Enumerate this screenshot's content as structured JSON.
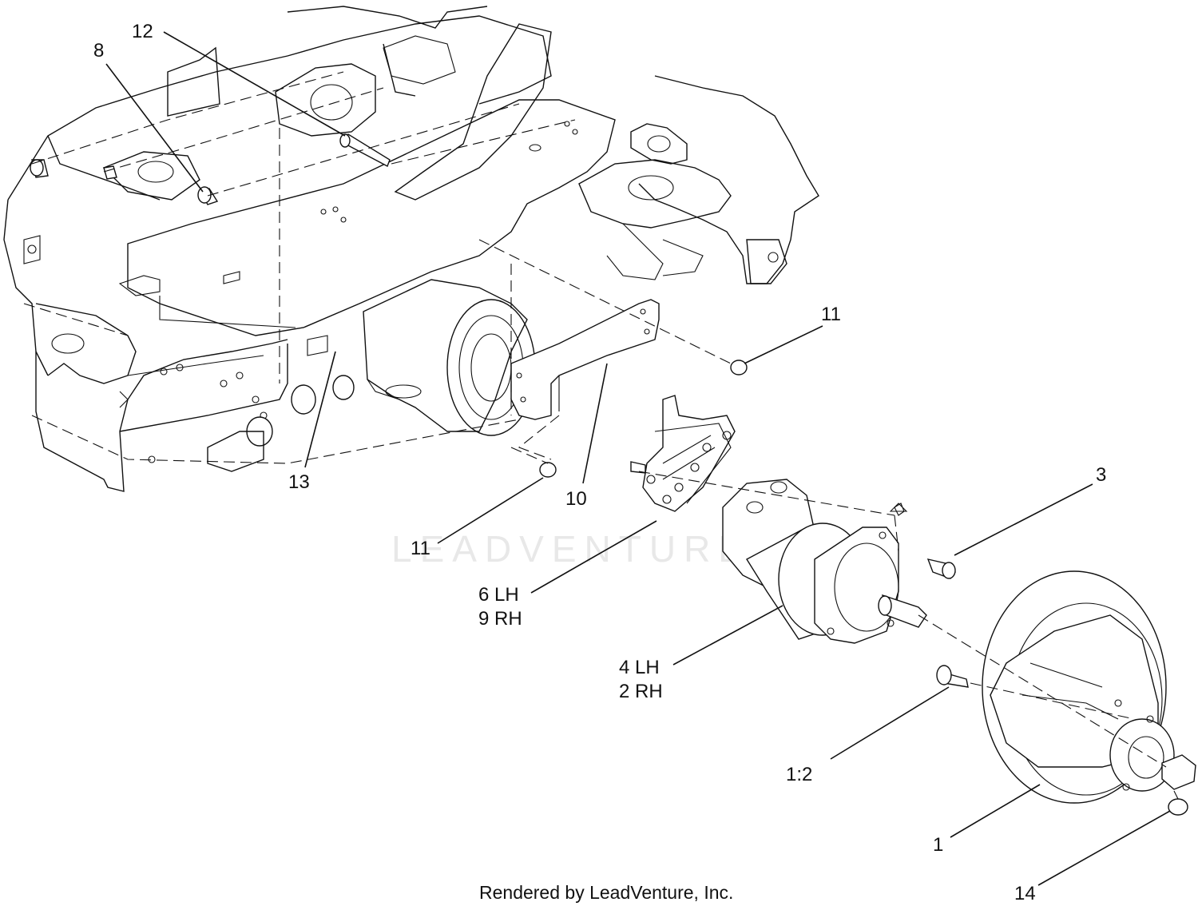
{
  "callouts": {
    "c12": "12",
    "c8": "8",
    "c11a": "11",
    "c13": "13",
    "c10": "10",
    "c11b": "11",
    "c3": "3",
    "c6lh": "6 LH",
    "c9rh": "9 RH",
    "c4lh": "4 LH",
    "c2rh": "2 RH",
    "c1_2": "1:2",
    "c1": "1",
    "c14": "14"
  },
  "watermark": "LEADVENTURE",
  "footer": "Rendered by LeadVenture, Inc."
}
